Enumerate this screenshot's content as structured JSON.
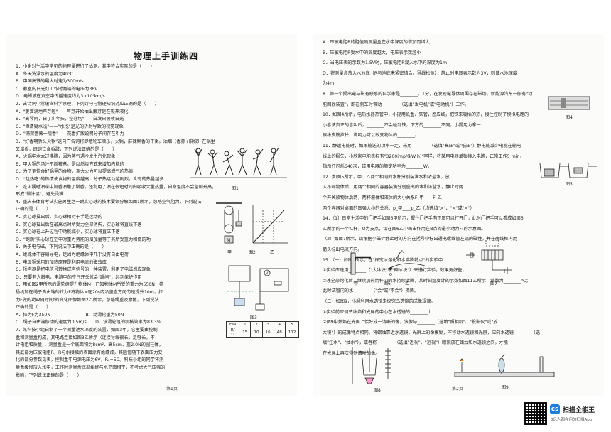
{
  "left": {
    "title": "物理上手训练四",
    "lines": [
      "1．小谢对生活中常见的物理量进行了估测，其中符合实际的是（　　）",
      "A．冬天洗澡水的温度为40℃",
      "B．中国高铁的最大时速为300m/s",
      "C．教室内日光灯工作时两端的电压为36V",
      "D．电磁波在真空中传播速度约为3×10⁸km/s",
      "2．古诗词中常蕴含科学原理，下列诗句与物理知识对应正确的是（　　）",
      "A．\"蒌蒿满地芦芽短\"——芦芽开始抽出嫩芽是在吸热液化",
      "B．\"高琴雨，自了少年头，空悲切\"——白发只吸收白光",
      "C．\"潭清疑水浅\"——\"水浅\"是光的折射导致的视觉现象",
      "D．\"满架蔷薇一院香\"——花香扩散说明分子间存在引力",
      "3．\"好香啊骄头火锅\"这句广告词将即墙轮车顺乐，火锅，麻辣鲜香的平衡。油烟（香蒜+麻椒）在锅里",
      "又增香，既饱饮食香甜，下列说法正确的是（　　）",
      "A．火锅中水太过沸腾，因为蒸气遇冷发生汽化现象",
      "B．甲火锅的汤汁不断被煮，是以燃烧方式来增加内能的",
      "C．为了更快食好锅里的食物，调大火力可以提高燃气的热值",
      "D．\"趁热吃\"的热情使食物的温度越高，分子热运动越剧烈，含有的热量越多",
      "E．吃火锅时油碟中加香油撒了增香，还利用了油在很短时间内吸收大量热量，自身温度不会急剧升高，",
      "形成\"锁汁层\"，避免烫嘴",
      "4．重庆市体育考试实施男生之一跳实心球的技术要领分解如图1所示，忽略空气阻力，下列说法",
      "正确的是（　　）",
      "A．实心球投出后，实心球相对于手是运动的",
      "B．实心球投出后在最高点时所受力全部消失，实心球将直线下落",
      "C．实心球在上升过程中动能减小，实心球将直立下落",
      "D．\"跑跳\"实心球在空中时重力势能的增加量等于其所受重力和做的功",
      "5．关于电与磁，下列说法中正确的是（　　）",
      "A．绝缘体不容易导电，是因为绝缘体中几乎没有自由电荷",
      "B．电饭锅采用的加热原理是利用电流的磁效应",
      "C．扬声器是把电信号转换成声信号的一种装置，利用了电磁感应现象",
      "D．只要有人触电，电路中的空气开关就会\"跳闸\"，起到保护作用",
      "6．用如图2甲所示的滑轮组提升物体M，已知物体M所受的重力为550N，卷",
      "扬机加在绳子自由端的拉力F将物体M在20s内沿竖直方向匀速提升10m，拉",
      "力F做的功W随时间t的变化图像如图2乙所示，忽略绳重及摩擦，下列说法",
      "正确的是（　　）",
      "A．拉力F为350N　　　　　　　　B．动滑轮重为50N",
      "C．绳子自由端移动的速度为0.5m/s　　D．该滑轮组的机械效率为83.3%",
      "7．某科技小组自制了一个测量池水深度的装置，如图3甲，它主要由控制",
      "盒和测量盒构成，其电路连接如图3乙所示（连接导线很长，足够长，不",
      "计电阻和质量），测量盒是一个底面积为8cm²、高5cm、重2.0N的圆柱体，",
      "其底部为压敏电阻R，R与水接触的表面涂有绝缘漆，其阻值随下表面压力变",
      "化的部分参数见表，控制盒中电源电压为6V，R₀=5Ω。科技小组的同学将测",
      "量盒缓慢放入水中，工作时测量盒底部始终与水平面相平，不考虑大气压强的",
      "影响，下列说法正确的是（　　）"
    ],
    "fig1_caption": "图1",
    "fig2_caption_a": "甲",
    "fig2_caption_b": "乙",
    "fig2_label": "图2",
    "fig3_label": "图3",
    "table": {
      "row1": [
        "F/N",
        "1",
        "2",
        "3",
        "4",
        "5"
      ],
      "row2": [
        "R/Ω",
        "15",
        "10",
        "16",
        "48",
        "112"
      ]
    },
    "footer": "第1页"
  },
  "right": {
    "lines": [
      "A．压敏电阻R的阻值随测量盒在水中深度的增加而增大",
      "B．压敏电阻R受水中的深度越大，电压表示数越小",
      "C．当电压表的示数为1.5V时，压敏电阻R浸入水中的深度为1m",
      "D．将测量盒放入水池底（R与池底未紧密结合，导线松弛），静止时电压表示数为3V，则该水池深度",
      "为4m",
      "8．第一个揭出电与磁有联系的科学家是________，1分，在发现电导体周围存在磁场，新能源汽车一般有\"动",
      "能回收装置\"，即在刹车时带动________（选填\"发电机\"或\"电动机\"）工作。",
      "10．如图4所示，电热水器热管中，小提用纸盒、铁管，感应线，把铁来吸插的热，接住控制了模拟电路的",
      "小春该真正的音叫后，________不会碰到铁，下方的________不同，小提用力拿一",
      "根橡皮筋拉长，说明力可以改变物体的________。",
      "11．静谧电能时，如果输送的功率一定，采用________（选填\"高压\"或\"低压\"）静电能减少电能在输电",
      "线上的损失，小欣家电能表标有\"3200imp/(kW·h)\"字样，将某用电器单独接入电路，正常工作5 min，",
      "指示灯闪烁640次，该用电器的额定功率为________W。",
      "12．如图5所示，甲、乙两个相同的水杯分别装满水和浓盐水，放",
      "入不同物体后，用两个相同的容器装满分别盛出的水和浓盐水，静止时两",
      "个开关放物体后两，两杯液体和液体的大小关系F_甲____F_乙，",
      "两个容器对桌面的压强大小的关系：p_甲____p_乙（均选填\">\"、\"<\"或\"=\"）",
      "14．（1）日常生活中的门把手如图6甲所示，握住门把手向下压可以打开门，此时门把手可以看成如图6",
      "乙所示的一个杠杆，O为支点，请在图6乙中画出作用在B点的最小动力F₁的示意图。",
      "（2）如图7所示，请根据小磁针静止时的方向在括号中标出通电螺线管左端的磁性，并在虚线框内用",
      "箭头标出电流方向。",
      "15．（一）如图8所示，在\"探究冰熔化和水沸腾特点\"的实验中：",
      "①实验应选用________（\"大冰块\"或\"碎冰块\"）来进行实验，效果更好些；",
      "②冰全部熔化后，继续加热烧杯内的水持续沸腾，某时刻温度计的示数如图11乙所示，读数为________℃；",
      "此时试管内的水________（\"会\"或\"不会\"）沸腾。",
      "（二）如图9，小超利用水透镜来探究凸透镜的成像规律。",
      "①实验前应调节烛焰和光屏的中心在水透镜的________上；",
      "②图9中烛焰在光屏上恰好成一清晰的像，该像与________（选填\"照相机\"、\"投影仪\"或\"放",
      "大镜\"）的成像特点相同。将蜡烛靠近水透镜，光屏上的像模糊，不移动水透镜和光屏，应向水透镜________（选",
      "填\"注水\"、\"抽水\"），或者将________（选填\"近视\"、\"远视\"）眼镜放在蜡烛和水透镜之间，才能",
      "在光屏上再次得到清晰的像。"
    ],
    "fig4_label": "图4",
    "fig5_label": "图5",
    "fig6_label_a": "甲",
    "fig6_label_b": "图6",
    "fig6_label_c": "乙",
    "fig7_label": "图7",
    "fig8_label": "图8",
    "fig9_label": "图9",
    "footer": "第2页"
  },
  "brand": {
    "logo": "CS",
    "name": "扫描全能王",
    "sub": "3亿人都在用的扫描App"
  }
}
